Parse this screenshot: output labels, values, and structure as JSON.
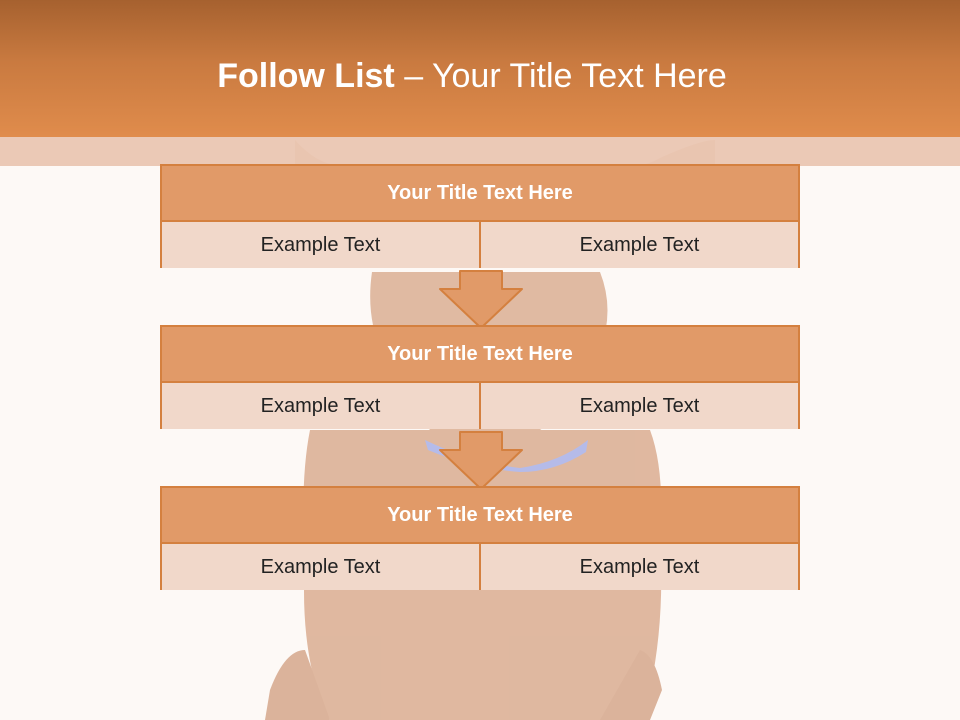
{
  "slide": {
    "title_strong": "Follow List",
    "title_rest": " – Your Title Text Here"
  },
  "flow": {
    "blocks": [
      {
        "title": "Your Title Text Here",
        "left": "Example Text",
        "right": "Example Text"
      },
      {
        "title": "Your Title Text Here",
        "left": "Example Text",
        "right": "Example Text"
      },
      {
        "title": "Your Title Text Here",
        "left": "Example Text",
        "right": "Example Text"
      }
    ]
  },
  "colors": {
    "header": "#c97a40",
    "block_title": "#e19a68",
    "block_body": "#f1d8ca",
    "border": "#d4803f",
    "collar": "#7b8ae0"
  }
}
